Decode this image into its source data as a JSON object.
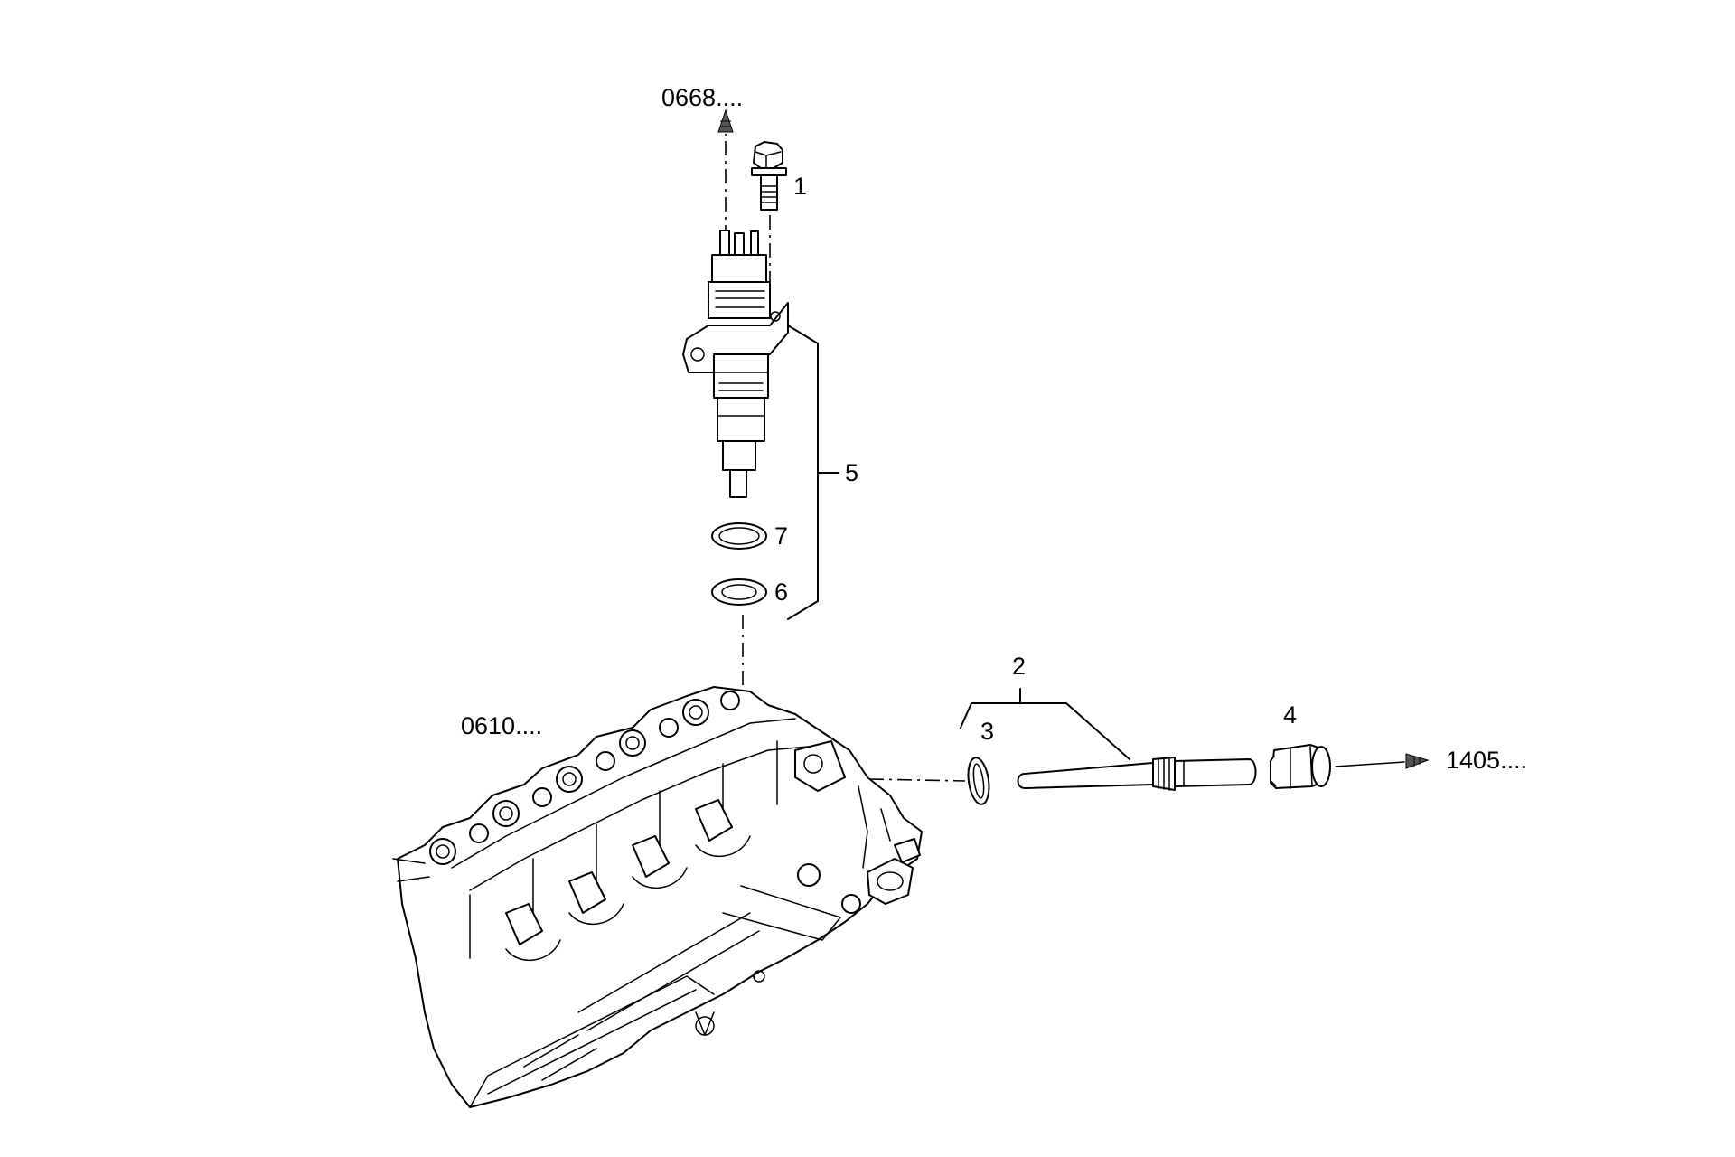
{
  "diagram": {
    "callouts": {
      "item_1": "1",
      "item_2": "2",
      "item_3": "3",
      "item_4": "4",
      "item_5": "5",
      "item_6": "6",
      "item_7": "7"
    },
    "references": {
      "top_ref": "0668....",
      "left_ref": "0610....",
      "right_ref": "1405...."
    },
    "colors": {
      "line": "#000000",
      "background": "#ffffff",
      "arrowhead": "#555555"
    }
  }
}
